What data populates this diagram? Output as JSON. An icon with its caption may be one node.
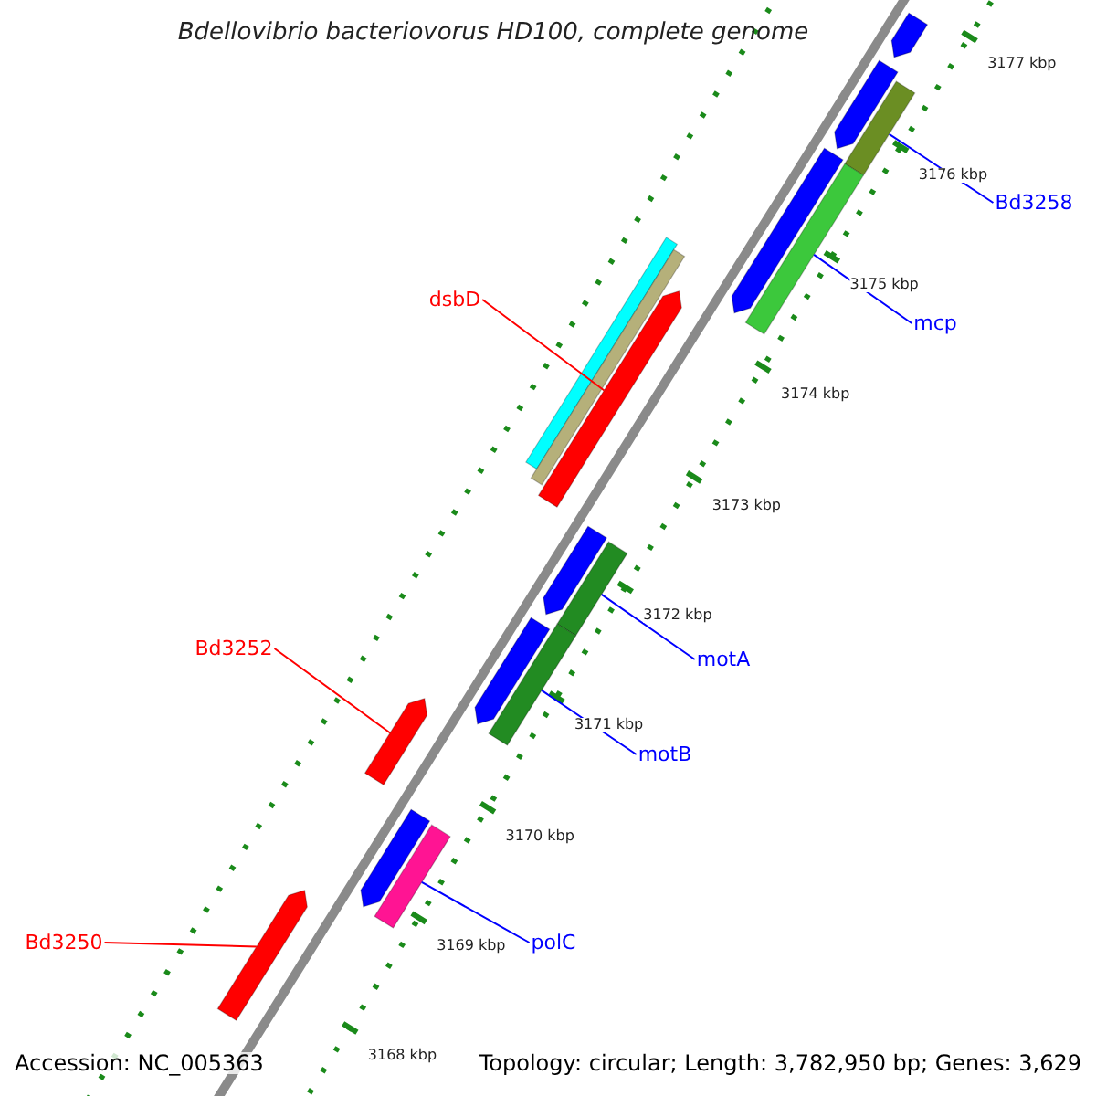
{
  "diagram": {
    "title": "Bdellovibrio bacteriovorus HD100, complete genome",
    "nodes": [
      {
        "text": [
          "Bd3258"
        ]
      },
      {
        "text": [],
        "shape": "bar"
      },
      {
        "text": [
          "dsbD"
        ]
      },
      {
        "text": [],
        "shape": "bar"
      },
      {
        "text": [
          "mcp"
        ]
      },
      {
        "text": [],
        "shape": "bar"
      },
      {
        "text": [
          "Bd3252"
        ]
      },
      {
        "text": [],
        "shape": "bar"
      },
      {
        "text": [
          "motA"
        ]
      },
      {
        "text": [],
        "shape": "bar"
      },
      {
        "text": [
          "motB"
        ]
      },
      {
        "text": [],
        "shape": "bar"
      },
      {
        "text": [
          "Bd3250"
        ]
      },
      {
        "text": [],
        "shape": "bar"
      },
      {
        "text": [
          "polC"
        ]
      },
      {
        "text": [],
        "shape": "bar"
      },
      {
        "text": [],
        "shape": "bar"
      },
      {
        "text": [],
        "shape": "bar"
      },
      {
        "text": [],
        "shape": "bar"
      },
      {
        "text": [],
        "shape": "bar"
      },
      {
        "text": [],
        "shape": "bar"
      },
      {
        "text": [],
        "shape": "bar"
      },
      {
        "text": [],
        "shape": "bar"
      },
      {
        "text": [],
        "shape": "bar"
      }
    ],
    "edges": [
      {
        "from": 0,
        "to": 1,
        "arrow": "none",
        "color": "#0000ff"
      },
      {
        "from": 2,
        "to": 3,
        "arrow": "none",
        "color": "#ff0000"
      },
      {
        "from": 4,
        "to": 5,
        "arrow": "none",
        "color": "#0000ff"
      },
      {
        "from": 6,
        "to": 7,
        "arrow": "none",
        "color": "#ff0000"
      },
      {
        "from": 8,
        "to": 9,
        "arrow": "none",
        "color": "#0000ff"
      },
      {
        "from": 10,
        "to": 11,
        "arrow": "none",
        "color": "#0000ff"
      },
      {
        "from": 12,
        "to": 13,
        "arrow": "none",
        "color": "#ff0000"
      },
      {
        "from": 14,
        "to": 15,
        "arrow": "none",
        "color": "#0000ff"
      }
    ],
    "labels": [
      "3177 kbp",
      "3176 kbp",
      "3175 kbp",
      "3174 kbp",
      "3173 kbp",
      "3172 kbp",
      "3171 kbp",
      "3170 kbp",
      "3169 kbp",
      "3168 kbp",
      "Accession: NC_005363",
      "Topology: circular; Length: 3,782,950 bp; Genes: 3,629"
    ]
  }
}
